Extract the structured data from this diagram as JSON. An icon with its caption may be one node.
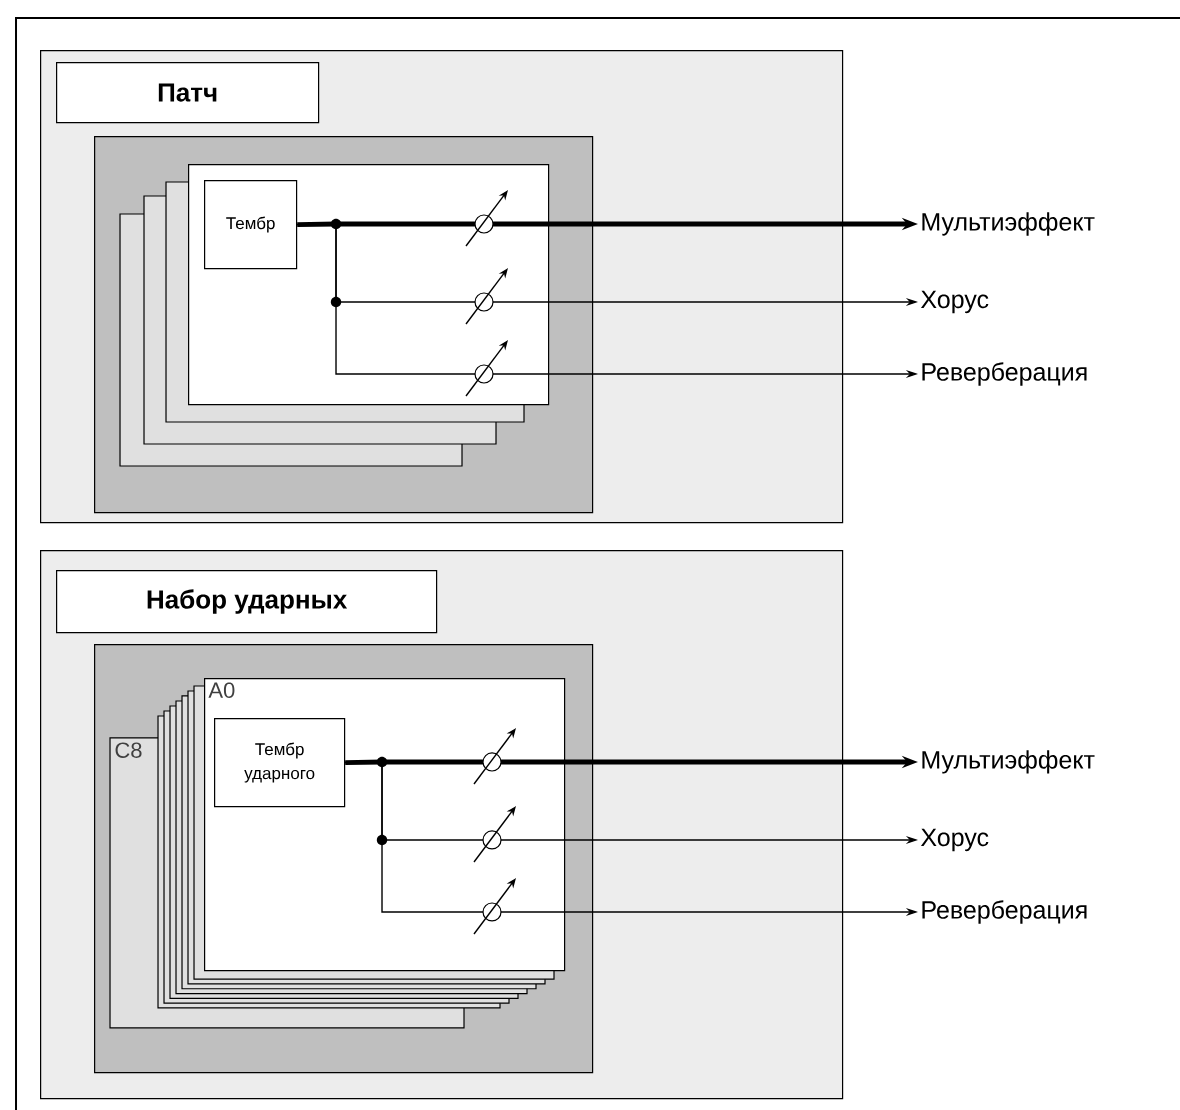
{
  "diagram": {
    "nodes": [
      {
        "text": [],
        "shape": "box"
      },
      {
        "text": [
          "Патч"
        ],
        "in": 0
      },
      {
        "text": [],
        "shape": "box",
        "in": 0
      },
      {
        "text": [],
        "shape": "box",
        "in": 2
      },
      {
        "text": [
          "Тембр"
        ],
        "in": 3
      },
      {
        "text": [
          "Мультиэффект"
        ]
      },
      {
        "text": [
          "Хорус"
        ]
      },
      {
        "text": [
          "Реверберация"
        ]
      },
      {
        "text": [],
        "shape": "box"
      },
      {
        "text": [
          "Набор ударных"
        ],
        "in": 8
      },
      {
        "text": [],
        "shape": "box",
        "in": 8
      },
      {
        "text": [
          "C8"
        ],
        "in": 10
      },
      {
        "text": [
          "A0"
        ],
        "in": 10
      },
      {
        "text": [
          "Тембр ударного"
        ],
        "in": 12
      },
      {
        "text": [
          "Мультиэффект"
        ]
      },
      {
        "text": [
          "Хорус"
        ]
      },
      {
        "text": [
          "Реверберация"
        ]
      }
    ],
    "edges": [
      {
        "from": 4,
        "to": 5,
        "arrow": "to",
        "style": "thick"
      },
      {
        "from": 4,
        "to": 6,
        "arrow": "to"
      },
      {
        "from": 4,
        "to": 7,
        "arrow": "to"
      },
      {
        "from": 13,
        "to": 14,
        "arrow": "to",
        "style": "thick"
      },
      {
        "from": 13,
        "to": 15,
        "arrow": "to"
      },
      {
        "from": 13,
        "to": 16,
        "arrow": "to"
      }
    ]
  }
}
